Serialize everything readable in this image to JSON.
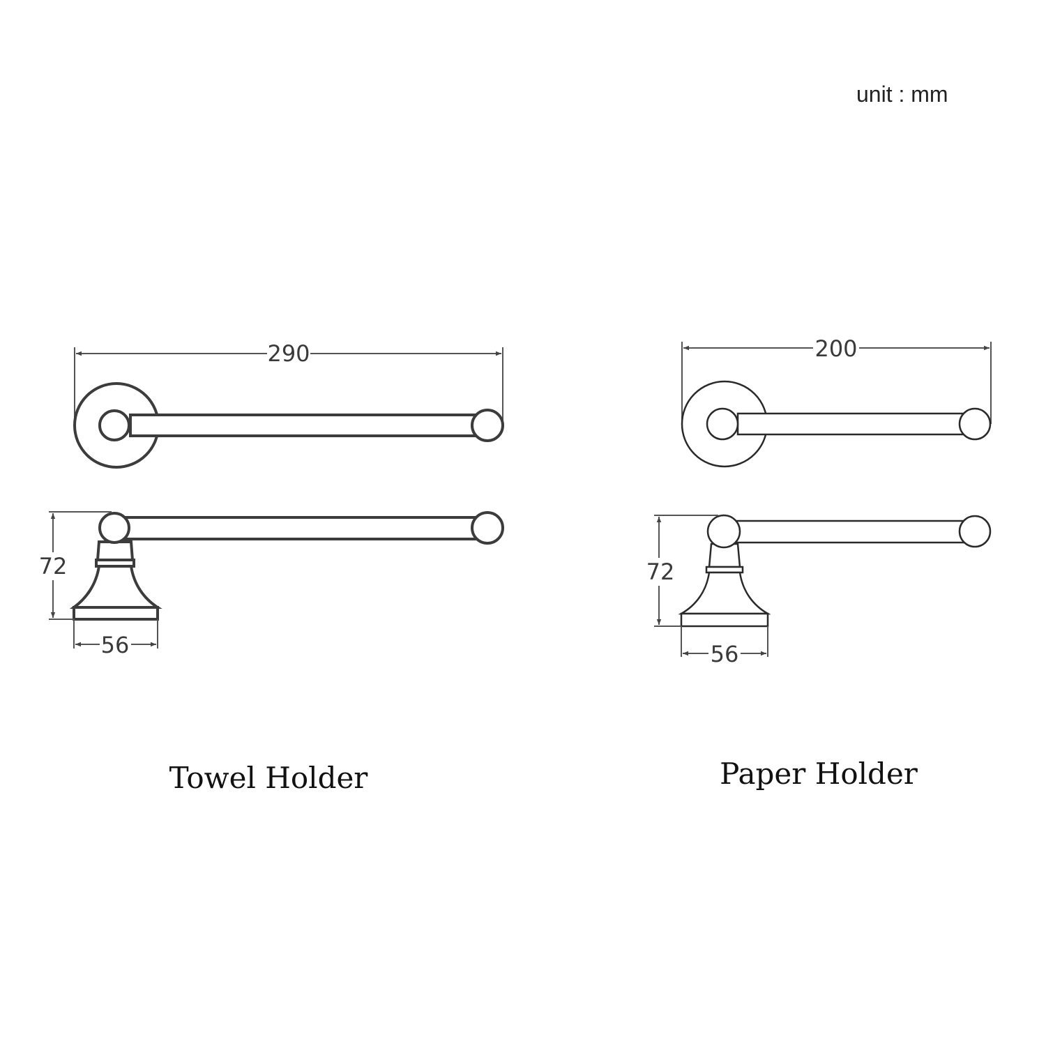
{
  "unit_label": "unit : mm",
  "towel_holder": {
    "title": "Towel Holder",
    "length": "290",
    "height": "72",
    "base_width": "56"
  },
  "paper_holder": {
    "title": "Paper Holder",
    "length": "200",
    "height": "72",
    "base_width": "56"
  },
  "colors": {
    "line": "#3c3c3c",
    "background": "#ffffff"
  }
}
